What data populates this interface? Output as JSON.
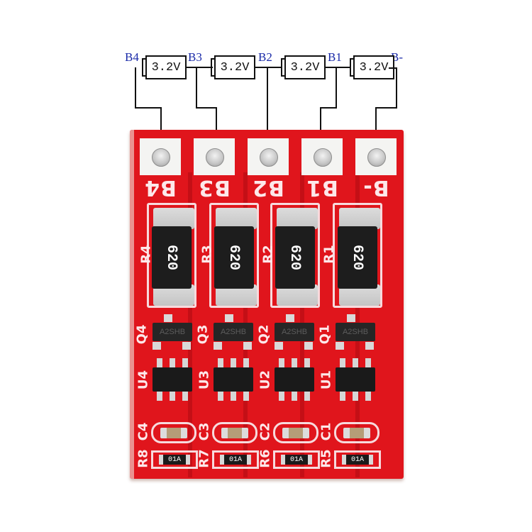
{
  "schematic": {
    "node_labels": [
      "B4",
      "B3",
      "B2",
      "B1",
      "B-"
    ],
    "cells": [
      {
        "label": "3.2V"
      },
      {
        "label": "3.2V"
      },
      {
        "label": "3.2V"
      },
      {
        "label": "3.2V"
      }
    ],
    "colors": {
      "node_label": "#1a2aa8",
      "wire": "#111111"
    }
  },
  "board": {
    "color": "#e0151c",
    "pads": [
      {
        "label": "B4"
      },
      {
        "label": "B3"
      },
      {
        "label": "B2"
      },
      {
        "label": "B1"
      },
      {
        "label": "B-"
      }
    ],
    "channels": [
      {
        "resistor_ref": "R4",
        "resistor_code": "620",
        "transistor_ref": "Q4",
        "transistor_marking": "A2SHB",
        "ic_ref": "U4",
        "cap_ref": "C4",
        "small_res_ref": "R8",
        "small_res_code": "01A"
      },
      {
        "resistor_ref": "R3",
        "resistor_code": "620",
        "transistor_ref": "Q3",
        "transistor_marking": "A2SHB",
        "ic_ref": "U3",
        "cap_ref": "C3",
        "small_res_ref": "R7",
        "small_res_code": "01A"
      },
      {
        "resistor_ref": "R2",
        "resistor_code": "620",
        "transistor_ref": "Q2",
        "transistor_marking": "A2SHB",
        "ic_ref": "U2",
        "cap_ref": "C2",
        "small_res_ref": "R6",
        "small_res_code": "01A"
      },
      {
        "resistor_ref": "R1",
        "resistor_code": "620",
        "transistor_ref": "Q1",
        "transistor_marking": "A2SHB",
        "ic_ref": "U1",
        "cap_ref": "C1",
        "small_res_ref": "R5",
        "small_res_code": "01A"
      }
    ]
  }
}
